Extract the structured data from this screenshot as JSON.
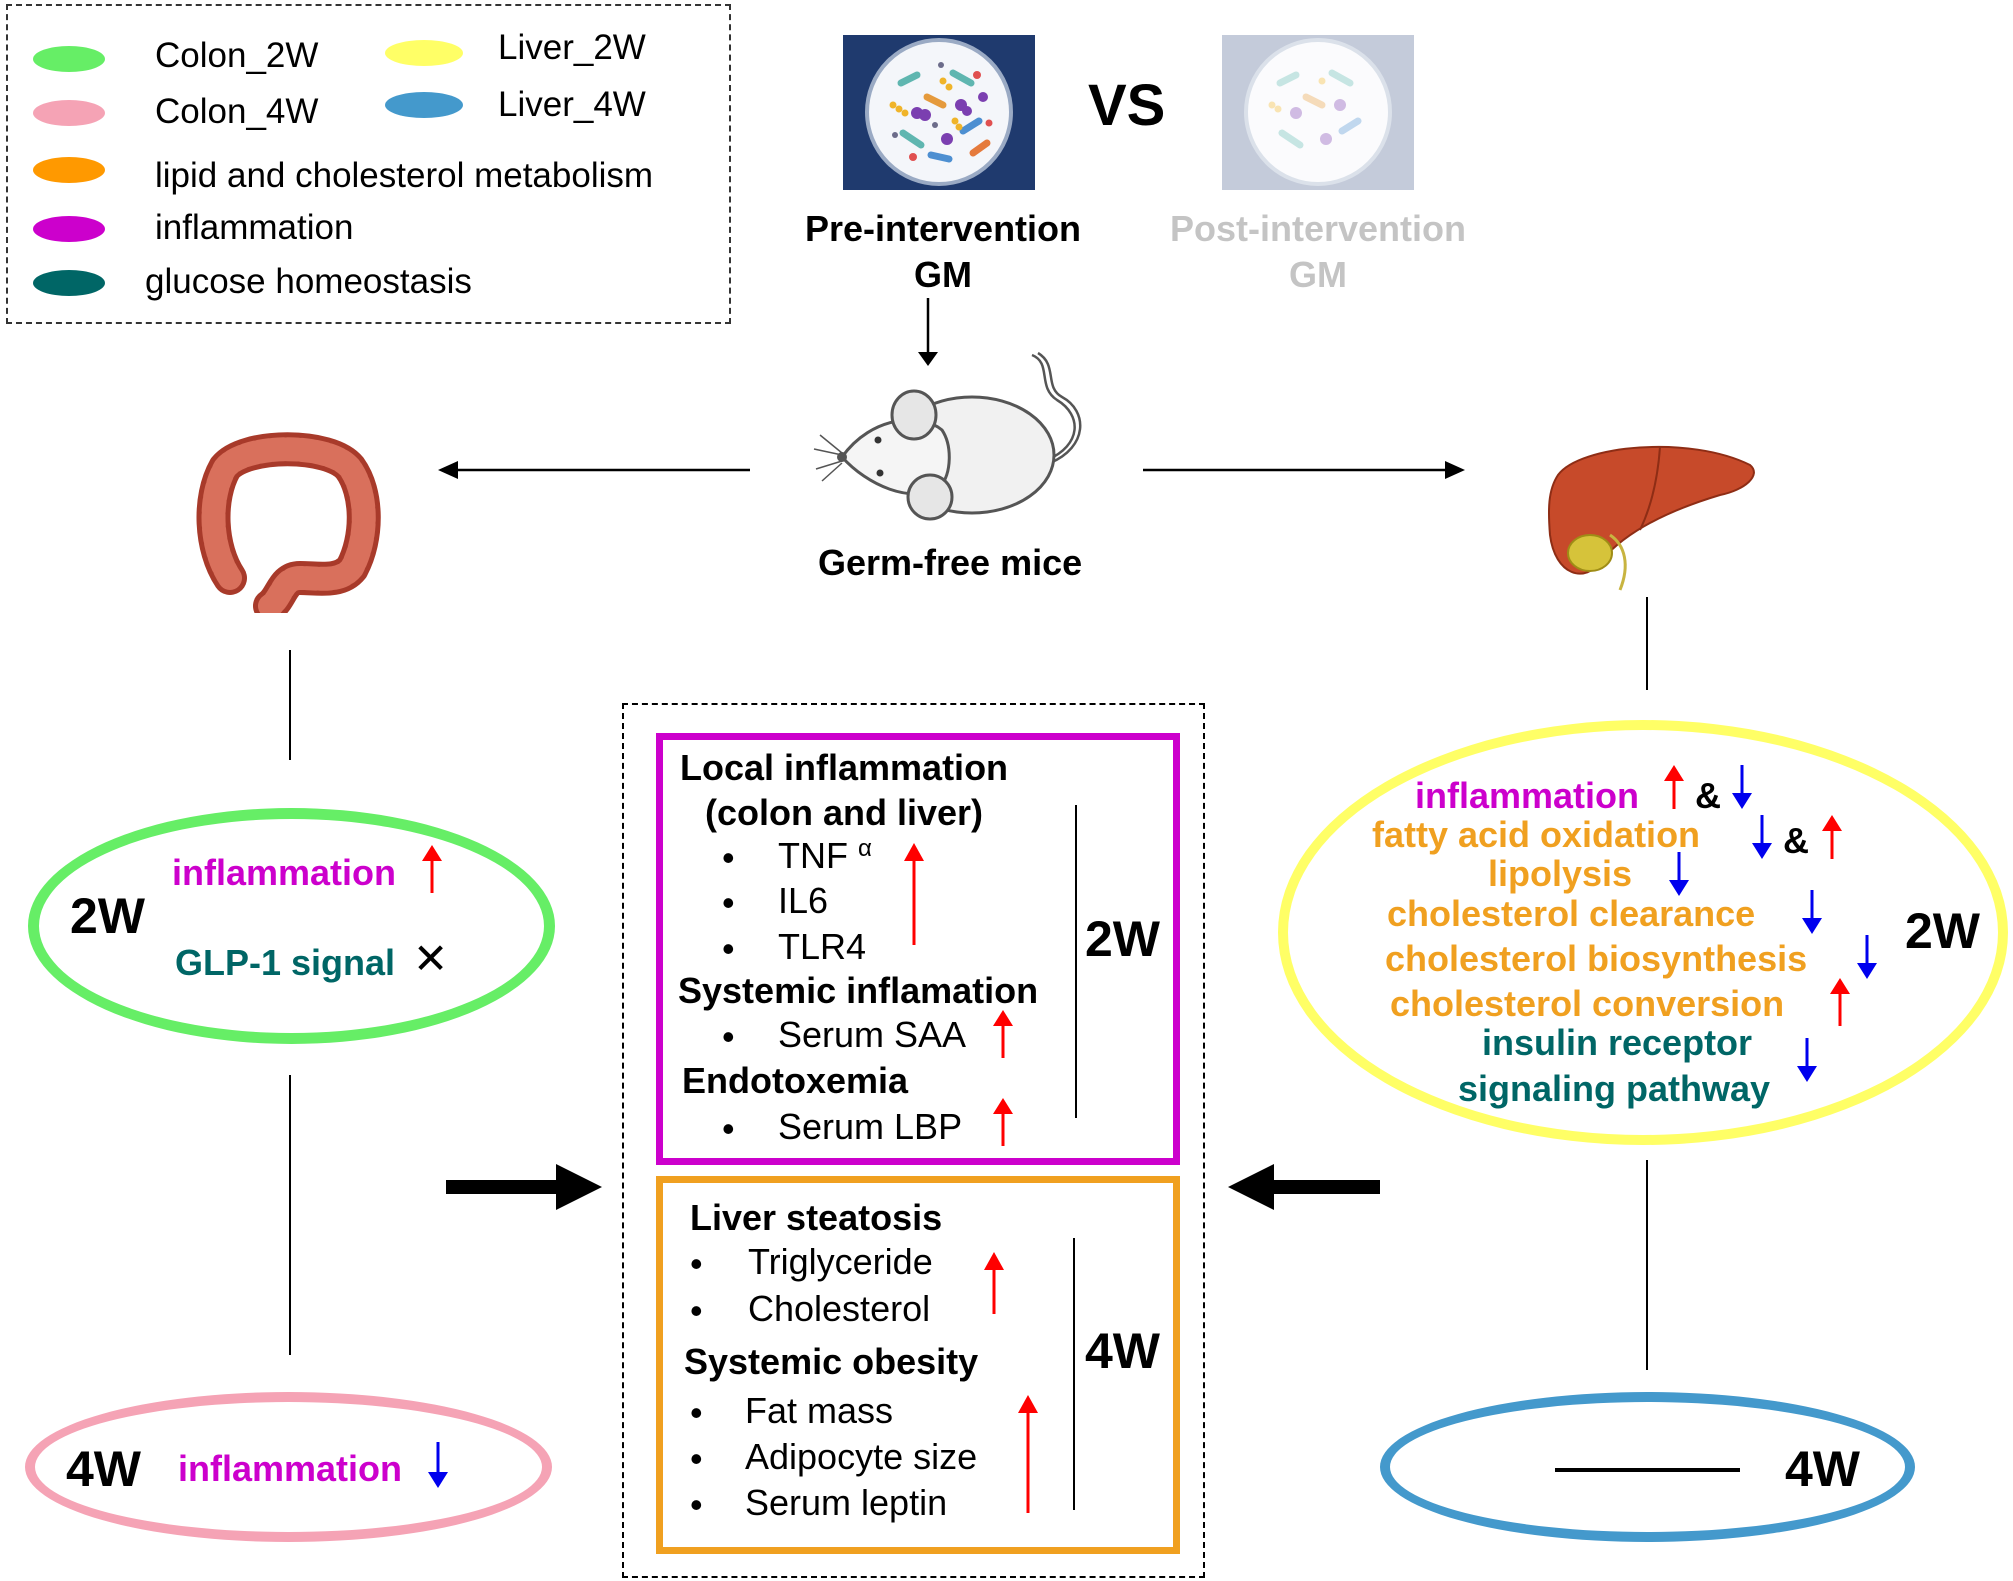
{
  "legend": {
    "items": [
      {
        "label": "Colon_2W",
        "color": "#66ee66"
      },
      {
        "label": "Colon_4W",
        "color": "#f5a3b5"
      },
      {
        "label": "lipid and cholesterol metabolism",
        "color": "#ff9900"
      },
      {
        "label": "inflammation",
        "color": "#cc00cc"
      },
      {
        "label": "glucose homeostasis",
        "color": "#006666"
      },
      {
        "label": "Liver_2W",
        "color": "#ffff66"
      },
      {
        "label": "Liver_4W",
        "color": "#4499cc"
      }
    ]
  },
  "top": {
    "vs": "VS",
    "pre_line1": "Pre-intervention",
    "pre_line2": "GM",
    "post_line1": "Post-intervention",
    "post_line2": "GM",
    "mice": "Germ-free mice"
  },
  "colon2w": {
    "week": "2W",
    "inflammation": "inflammation",
    "glp1": "GLP-1 signal",
    "cross": "✕"
  },
  "colon4w": {
    "week": "4W",
    "inflammation": "inflammation"
  },
  "liver2w": {
    "week": "2W",
    "amp": "&",
    "lines": [
      "inflammation",
      "fatty acid oxidation",
      "lipolysis",
      "cholesterol clearance",
      "cholesterol biosynthesis",
      "cholesterol conversion",
      "insulin receptor",
      "signaling pathway"
    ]
  },
  "liver4w": {
    "week": "4W"
  },
  "center": {
    "top": {
      "heading1": "Local inflammation",
      "heading1b": "(colon and liver)",
      "items1": [
        "TNF",
        "IL6",
        "TLR4"
      ],
      "alpha": "α",
      "heading2": "Systemic inflamation",
      "items2": [
        "Serum SAA"
      ],
      "heading3": "Endotoxemia",
      "items3": [
        "Serum LBP"
      ],
      "week": "2W"
    },
    "bottom": {
      "heading1": "Liver steatosis",
      "items1": [
        "Triglyceride",
        "Cholesterol"
      ],
      "heading2": "Systemic obesity",
      "items2": [
        "Fat mass",
        "Adipocyte size",
        "Serum leptin"
      ],
      "week": "4W"
    }
  },
  "colors": {
    "inflammation": "#cc00cc",
    "lipid": "#f0a020",
    "glucose": "#006666",
    "up": "#ff0000",
    "down": "#0000ee",
    "box_top": "#cc00cc",
    "box_bottom": "#f0a020"
  }
}
